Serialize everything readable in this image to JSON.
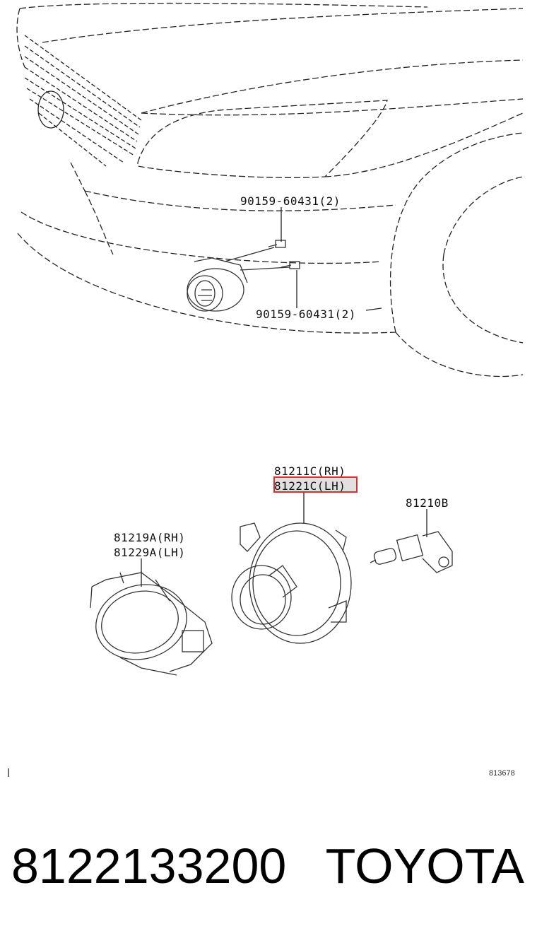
{
  "callouts": {
    "bolt_upper": "90159-60431(2)",
    "bolt_lower": "90159-60431(2)",
    "lamp_rh": "81211C(RH)",
    "lamp_lh": "81221C(LH)",
    "bulb": "81210B",
    "cover_rh": "81219A(RH)",
    "cover_lh": "81229A(LH)"
  },
  "illustration_code": "813678",
  "footer": {
    "part_number": "8122133200",
    "brand": "TOYOTA"
  },
  "highlight_color": "#d83030"
}
